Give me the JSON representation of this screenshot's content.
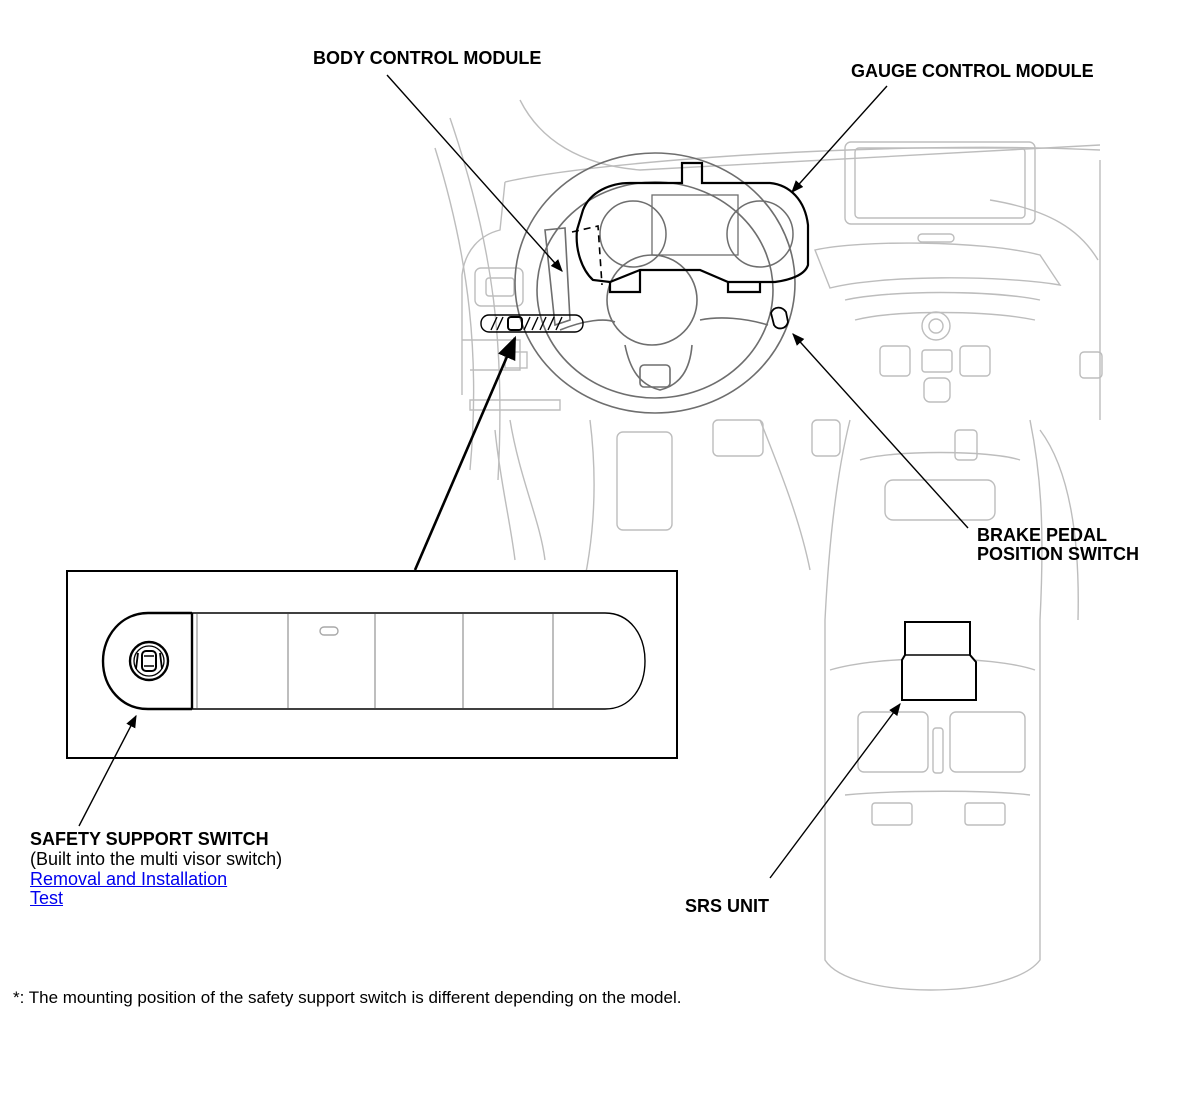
{
  "labels": {
    "body_control_module": "BODY CONTROL MODULE",
    "gauge_control_module": "GAUGE CONTROL MODULE",
    "brake_pedal_line1": "BRAKE PEDAL",
    "brake_pedal_line2": "POSITION SWITCH",
    "safety_support_switch": "SAFETY SUPPORT SWITCH",
    "safety_support_sub": "(Built into the multi visor switch)",
    "srs_unit": "SRS UNIT"
  },
  "links": {
    "removal_installation": "Removal and Installation",
    "test": "Test"
  },
  "footnote": "*: The mounting position of the safety support switch is different depending on the model.",
  "colors": {
    "line": "#000000",
    "light_line": "#b8b8b8",
    "link": "#0000ee"
  }
}
